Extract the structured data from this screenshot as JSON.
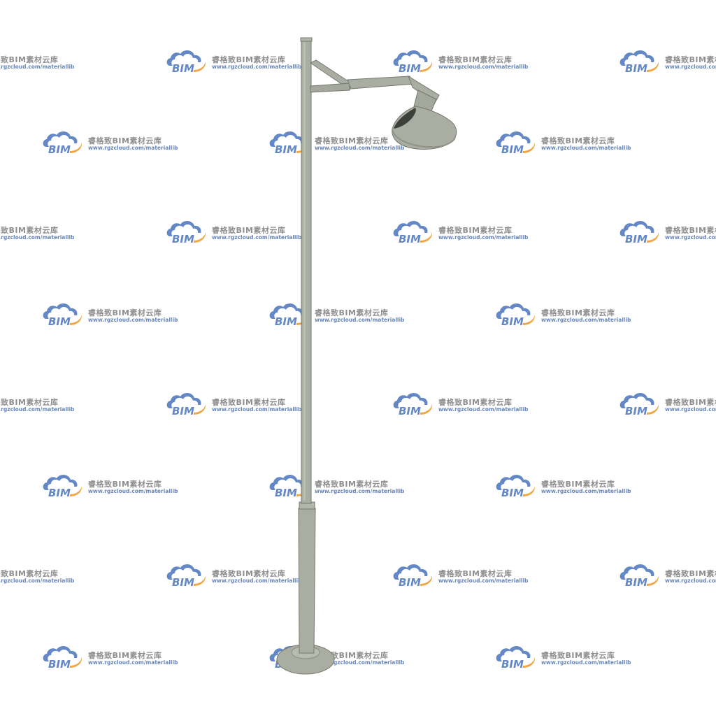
{
  "watermark": {
    "logo_text": "BIM",
    "name": "睿格致BIM素材云库",
    "url": "www.rgzcloud.com/materiallib",
    "icon": "cloud-logo-icon",
    "colors": {
      "cloud": "#5b82c2",
      "arc": "#f0a23b",
      "name": "#8a8a8a",
      "url": "#5f7fb6"
    }
  },
  "object": {
    "icon": "street-lamp-icon",
    "colors": {
      "body": "#a9ada2",
      "shade": "#8f938a",
      "dark": "#3d4038",
      "outline": "#74786f"
    }
  }
}
